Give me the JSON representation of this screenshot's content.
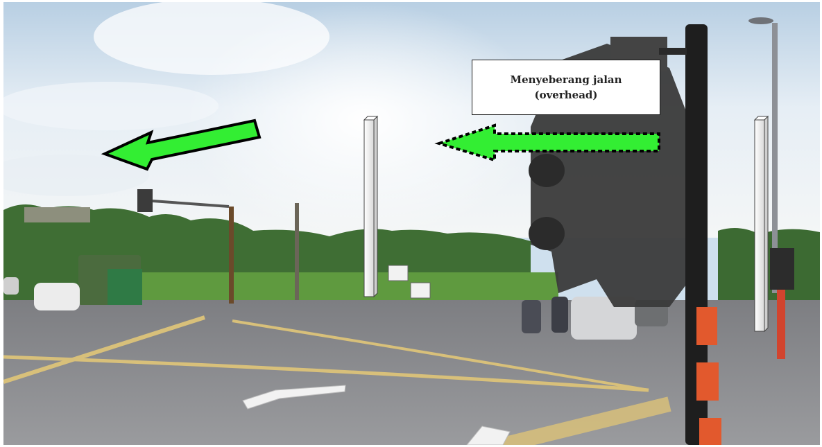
{
  "annotation": {
    "line1": "Menyeberang jalan",
    "line2": "(overhead)"
  },
  "colors": {
    "arrow_fill": "#33ee33",
    "arrow_stroke": "#000000",
    "sky": "#cfe0ee",
    "road": "#8f9093",
    "lane_marking": "#d8c07a"
  },
  "icons": [
    "solid-arrow-left",
    "dashed-arrow-left",
    "navigation-chevron",
    "overhead-crossing-post"
  ]
}
